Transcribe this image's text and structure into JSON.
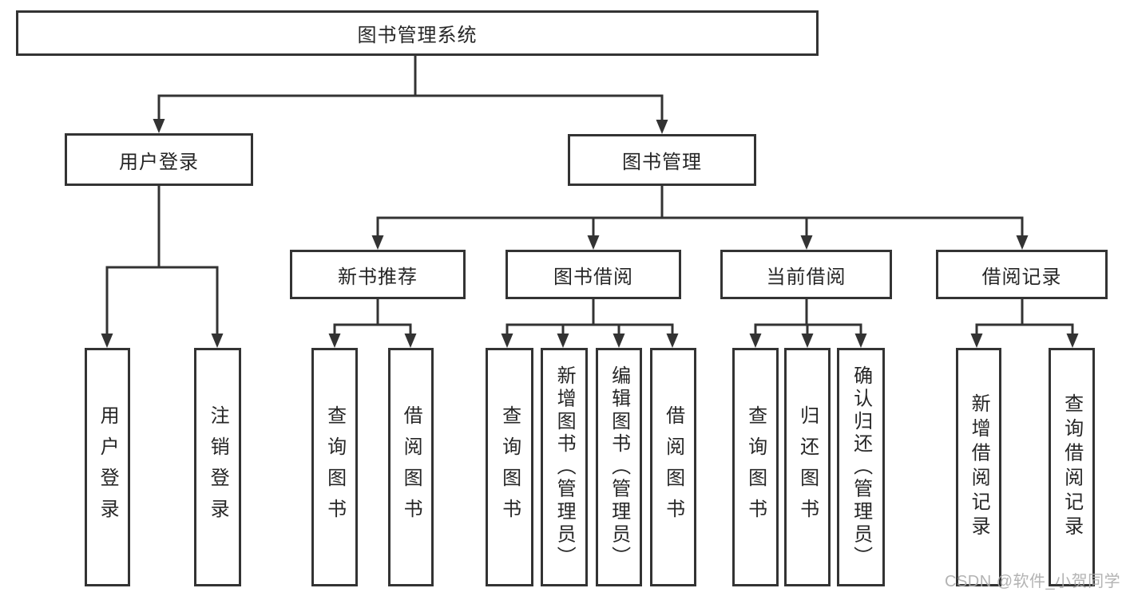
{
  "diagram": {
    "title": "图书管理系统",
    "watermark": "CSDN @软件_小贺同学",
    "colors": {
      "line": "#333333",
      "box_border": "#333333",
      "text": "#262626",
      "background": "#ffffff",
      "watermark": "#a8a8a8"
    },
    "nodes": {
      "root": {
        "label": "图书管理系统"
      },
      "user_login": {
        "label": "用户登录"
      },
      "book_mgmt": {
        "label": "图书管理"
      },
      "new_book_rec": {
        "label": "新书推荐"
      },
      "book_borrow": {
        "label": "图书借阅"
      },
      "current_borrow": {
        "label": "当前借阅"
      },
      "borrow_record": {
        "label": "借阅记录"
      },
      "leaf_user_login": {
        "label": "用户登录"
      },
      "leaf_logout": {
        "label": "注销登录"
      },
      "leaf_nb_query": {
        "label": "查询图书"
      },
      "leaf_nb_borrow": {
        "label": "借阅图书"
      },
      "leaf_bb_query": {
        "label": "查询图书"
      },
      "leaf_bb_add": {
        "label": "新增图书（管理员）"
      },
      "leaf_bb_edit": {
        "label": "编辑图书（管理员）"
      },
      "leaf_bb_borrow": {
        "label": "借阅图书"
      },
      "leaf_cb_query": {
        "label": "查询图书"
      },
      "leaf_cb_return": {
        "label": "归还图书"
      },
      "leaf_cb_confirm": {
        "label": "确认归还（管理员）"
      },
      "leaf_br_add": {
        "label": "新增借阅记录"
      },
      "leaf_br_query": {
        "label": "查询借阅记录"
      }
    },
    "structure": {
      "root": [
        "user_login",
        "book_mgmt"
      ],
      "user_login": [
        "leaf_user_login",
        "leaf_logout"
      ],
      "book_mgmt": [
        "new_book_rec",
        "book_borrow",
        "current_borrow",
        "borrow_record"
      ],
      "new_book_rec": [
        "leaf_nb_query",
        "leaf_nb_borrow"
      ],
      "book_borrow": [
        "leaf_bb_query",
        "leaf_bb_add",
        "leaf_bb_edit",
        "leaf_bb_borrow"
      ],
      "current_borrow": [
        "leaf_cb_query",
        "leaf_cb_return",
        "leaf_cb_confirm"
      ],
      "borrow_record": [
        "leaf_br_add",
        "leaf_br_query"
      ]
    }
  }
}
